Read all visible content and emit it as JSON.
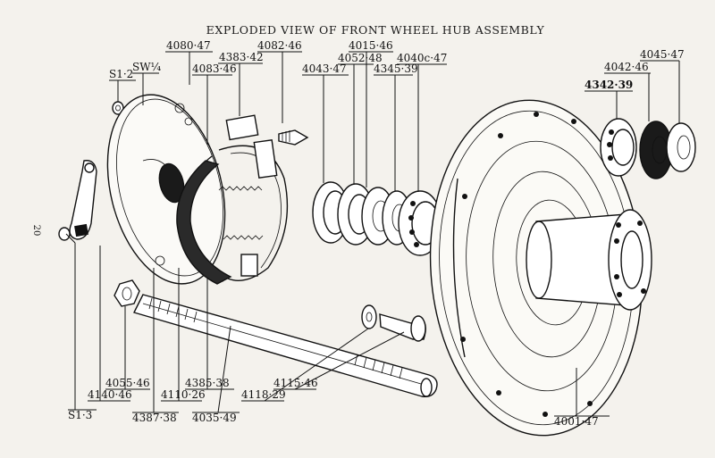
{
  "title": "EXPLODED VIEW OF FRONT WHEEL HUB ASSEMBLY",
  "page_number": "20",
  "labels": {
    "l4080_47": "4080·47",
    "l4082_46": "4082·46",
    "l4015_46": "4015·46",
    "l4052_48": "4052·48",
    "l4043_47": "4043·47",
    "l4345_39": "4345·39",
    "l4040c_47": "4040c·47",
    "l4383_42": "4383·42",
    "l4083_46": "4083·46",
    "sw": "SW¼",
    "s12": "S1·2",
    "l4045_47": "4045·47",
    "l4042_46": "4042·46",
    "l4342_39": "4342·39",
    "l4055_46": "4055·46",
    "l4140_46": "4140·46",
    "s13": "S1·3",
    "l4110_26": "4110·26",
    "l4387_38": "4387·38",
    "l4385_38": "4385·38",
    "l4035_49": "4035·49",
    "l4118_29": "4118·29",
    "l4115_46": "4115·46",
    "l4001_47": "4001·47"
  }
}
